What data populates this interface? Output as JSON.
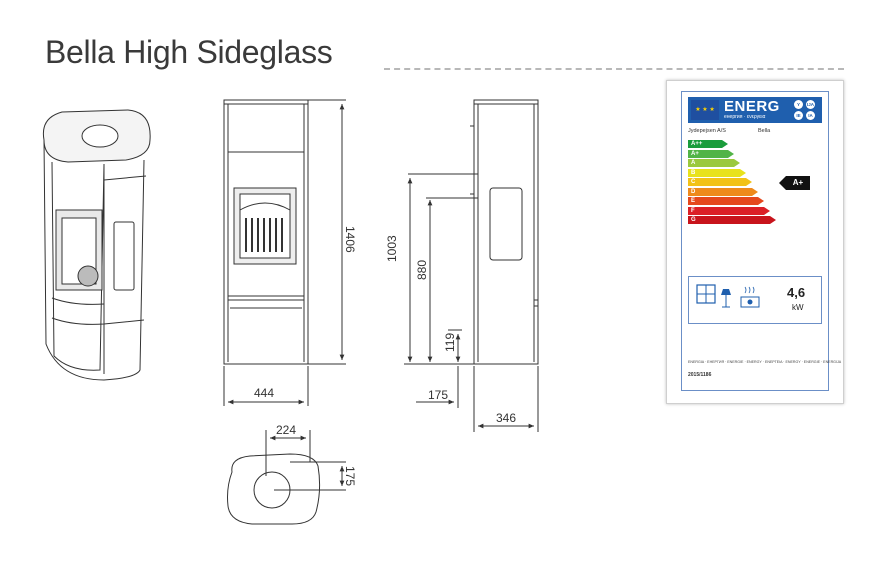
{
  "page": {
    "title": "Bella High Sideglass"
  },
  "dimensions": {
    "height_total": "1406",
    "width_front": "444",
    "height_outlet": "1003",
    "height_880": "880",
    "height_119": "119",
    "depth_175": "175",
    "depth_346": "346",
    "top_224": "224",
    "top_175": "175"
  },
  "energy_label": {
    "header": "ENERG",
    "header_sub": "енергия · ενεργεια",
    "lang_codes": [
      "Y",
      "IJA",
      "IE",
      "IA"
    ],
    "supplier": "Jydepejsen A/S",
    "model": "Bella",
    "classes": [
      {
        "label": "A++",
        "color": "#1a9c3c"
      },
      {
        "label": "A+",
        "color": "#52b447"
      },
      {
        "label": "A",
        "color": "#9bc93e"
      },
      {
        "label": "B",
        "color": "#e8e21c"
      },
      {
        "label": "C",
        "color": "#f2c217"
      },
      {
        "label": "D",
        "color": "#ee8a1c"
      },
      {
        "label": "E",
        "color": "#e5481d"
      },
      {
        "label": "F",
        "color": "#db1f26"
      },
      {
        "label": "G",
        "color": "#c8141c"
      }
    ],
    "rating": "A+",
    "power_value": "4,6",
    "power_unit": "kW",
    "languages_strip": "ENERGIA · ЕНЕРГИЯ · ENERGIE · ENERGY · ΕΝΕΡΓΕΙΑ · ENERGY · ENERGIE · ENERGIJA",
    "regulation": "2015/1186"
  },
  "colors": {
    "line": "#333333",
    "title": "#3a3a3a",
    "label_blue": "#1f5fae"
  },
  "icons": [
    "stove-3d-view-icon",
    "stove-front-view-icon",
    "stove-side-view-icon",
    "stove-top-view-icon",
    "eu-flag-icon",
    "room-heating-icon",
    "lamp-icon",
    "heater-icon"
  ]
}
